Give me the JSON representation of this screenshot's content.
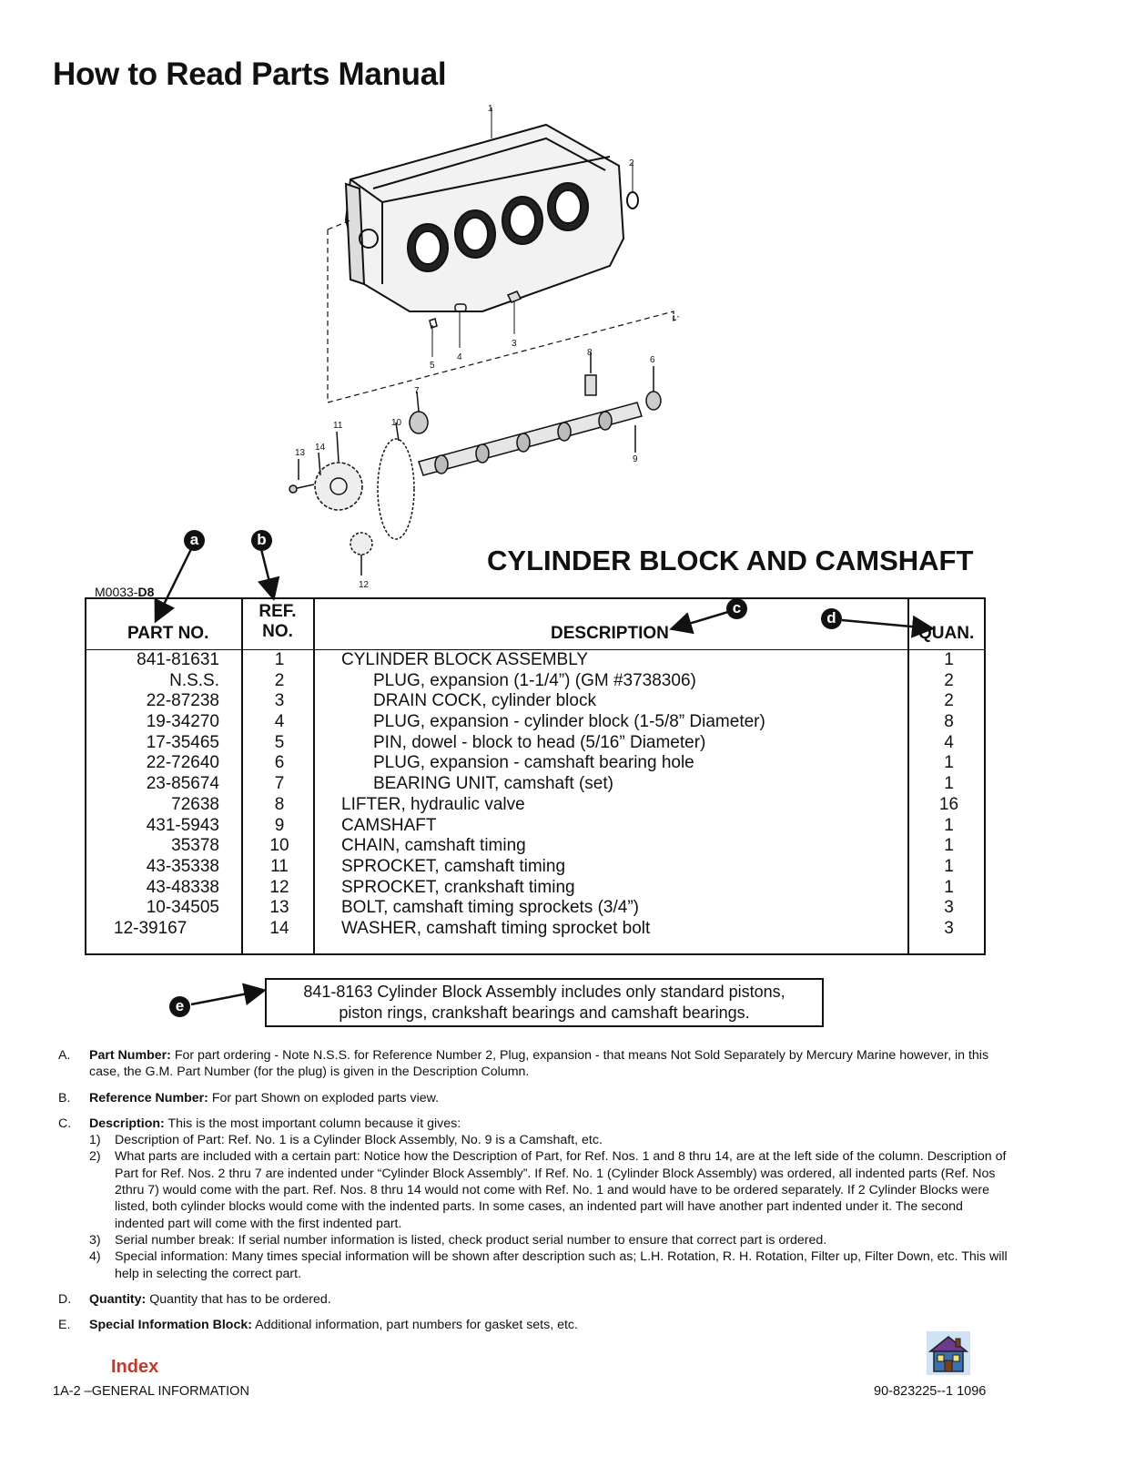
{
  "page_title": "How to Read Parts Manual",
  "diagram": {
    "callout_numbers": [
      "1",
      "2",
      "3",
      "4",
      "5",
      "6",
      "7",
      "8",
      "9",
      "10",
      "11",
      "12",
      "13",
      "14"
    ]
  },
  "section_title": "CYLINDER BLOCK AND CAMSHAFT",
  "figure_id": {
    "prefix": "M0033-",
    "suffix": "D8"
  },
  "callouts": {
    "a": "a",
    "b": "b",
    "c": "c",
    "d": "d",
    "e": "e"
  },
  "table": {
    "headers": {
      "part_no": "PART NO.",
      "ref_no_1": "REF.",
      "ref_no_2": "NO.",
      "description": "DESCRIPTION",
      "quantity": "QUAN."
    },
    "rows": [
      {
        "part": "841-81631",
        "ref": "1",
        "desc": "CYLINDER BLOCK ASSEMBLY",
        "qty": "1"
      },
      {
        "part": "N.S.S.",
        "ref": "2",
        "desc": "PLUG, expansion (1-1/4”) (GM #3738306)",
        "qty": "2"
      },
      {
        "part": "22-87238",
        "ref": "3",
        "desc": "DRAIN COCK, cylinder block",
        "qty": "2"
      },
      {
        "part": "19-34270",
        "ref": "4",
        "desc": "PLUG, expansion - cylinder block (1-5/8” Diameter)",
        "qty": "8"
      },
      {
        "part": "17-35465",
        "ref": "5",
        "desc": "PIN, dowel - block to head (5/16” Diameter)",
        "qty": "4"
      },
      {
        "part": "22-72640",
        "ref": "6",
        "desc": "PLUG, expansion - camshaft bearing hole",
        "qty": "1"
      },
      {
        "part": "23-85674",
        "ref": "7",
        "desc": "BEARING UNIT, camshaft (set)",
        "qty": "1"
      },
      {
        "part": "72638",
        "ref": "8",
        "desc": "LIFTER, hydraulic valve",
        "qty": "16"
      },
      {
        "part": "431-5943",
        "ref": "9",
        "desc": "CAMSHAFT",
        "qty": "1"
      },
      {
        "part": "35378",
        "ref": "10",
        "desc": "CHAIN, camshaft timing",
        "qty": "1"
      },
      {
        "part": "43-35338",
        "ref": "11",
        "desc": "SPROCKET, camshaft timing",
        "qty": "1"
      },
      {
        "part": "43-48338",
        "ref": "12",
        "desc": "SPROCKET, crankshaft timing",
        "qty": "1"
      },
      {
        "part": "10-34505",
        "ref": "13",
        "desc": "BOLT, camshaft timing sprockets (3/4”)",
        "qty": "3"
      },
      {
        "part": "12-39167",
        "ref": "14",
        "desc": "WASHER, camshaft timing sprocket bolt",
        "qty": "3"
      }
    ]
  },
  "special_box": {
    "line1": "841-8163 Cylinder Block Assembly includes only standard pistons,",
    "line2": "piston rings, crankshaft bearings and camshaft bearings."
  },
  "notes": {
    "A": {
      "letter": "A.",
      "label": "Part Number:",
      "text": " For part ordering - Note N.S.S. for Reference Number 2, Plug, expansion - that means Not Sold Separately by Mercury Marine however, in this case, the G.M. Part Number (for the plug) is given in the Description Column."
    },
    "B": {
      "letter": "B.",
      "label": "Reference Number:",
      "text": " For part Shown on exploded parts view."
    },
    "C": {
      "letter": "C.",
      "label": "Description:",
      "text": " This is the most important column because it gives:",
      "items": [
        {
          "num": "1)",
          "text": "Description of Part: Ref. No. 1 is a Cylinder Block Assembly, No. 9 is a Camshaft, etc."
        },
        {
          "num": "2)",
          "text": "What parts are included with a certain part: Notice how the Description of Part, for Ref. Nos. 1 and 8 thru 14, are at the left side of the column. Description of Part for Ref. Nos. 2 thru 7 are indented under “Cylinder Block Assembly”. If Ref. No. 1 (Cylinder Block Assembly) was ordered, all indented parts (Ref. Nos 2thru 7) would come with the part. Ref. Nos. 8 thru 14 would not come with Ref. No. 1 and would have to be ordered separately. If 2 Cylinder Blocks were listed, both cylinder blocks would come with the indented parts. In some cases, an indented part will have another part indented under it. The second indented part will come with the first indented part."
        },
        {
          "num": "3)",
          "text": "Serial number break: If serial number information is listed, check product serial number to ensure that correct part is ordered."
        },
        {
          "num": "4)",
          "text": "Special information: Many times special information will be shown after description such as; L.H. Rotation, R. H. Rotation, Filter up, Filter Down, etc. This will help in selecting the correct part."
        }
      ]
    },
    "D": {
      "letter": "D.",
      "label": "Quantity:",
      "text": " Quantity that has to be ordered."
    },
    "E": {
      "letter": "E.",
      "label": "Special Information Block:",
      "text": " Additional information, part numbers for gasket sets, etc."
    }
  },
  "index_link": "Index",
  "footer": {
    "left": "1A-2 –GENERAL INFORMATION",
    "right": "90-823225--1  1096"
  }
}
